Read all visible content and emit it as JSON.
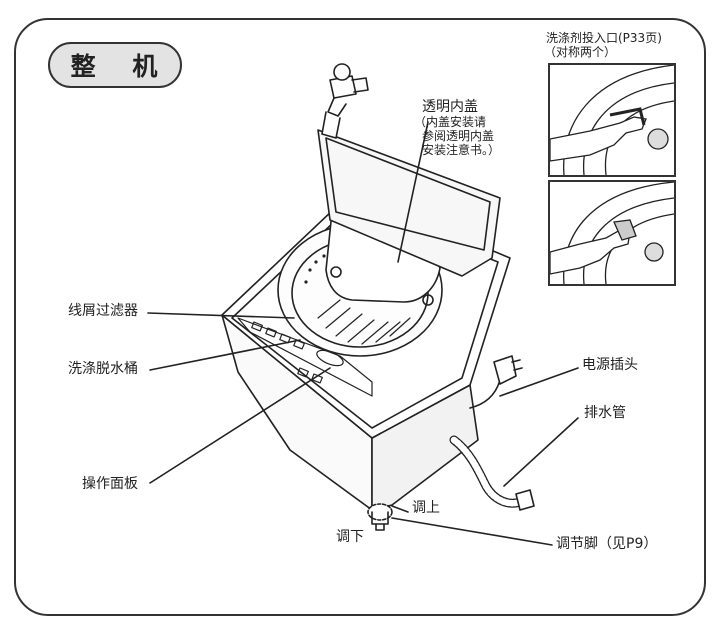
{
  "page": {
    "title": "整 机"
  },
  "labels": {
    "lid": "透明内盖",
    "lid_note_1": "（内盖安装请",
    "lid_note_2": "参阅透明内盖",
    "lid_note_3": "安装注意书。）",
    "detergent_inlet": "洗涤剂投入口(P33页)",
    "detergent_note": "（对称两个）",
    "lint_filter": "线屑过滤器",
    "drum": "洗涤脱水桶",
    "control_panel": "操作面板",
    "power_plug": "电源插头",
    "drain_hose": "排水管",
    "adjust_up": "调上",
    "adjust_down": "调下",
    "leveling_foot": "调节脚（见P9）"
  },
  "colors": {
    "line": "#222222",
    "pill_fill": "#e3e3e3",
    "shade": "#cfcfcf"
  }
}
